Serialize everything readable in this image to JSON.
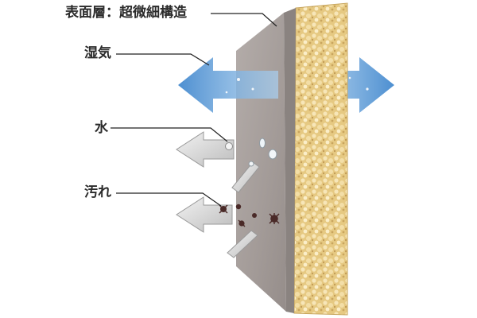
{
  "labels": {
    "surface_layer": "表面層：超微細構造",
    "humidity": "湿気",
    "water": "水",
    "dirt": "汚れ"
  },
  "colors": {
    "panel_face": "#a39b98",
    "panel_edge": "#868080",
    "foam_base": "#e8cf8a",
    "arrow_blue": "#7fb2dd",
    "arrow_gray": "#c8c8c8",
    "dirt_particle": "#4a2a28",
    "leader_line": "#222222"
  },
  "icons": {
    "humidity_arrows": "double-headed-arrow-icon",
    "water_drops": "water-droplet-icon",
    "dirt_particles": "dirt-particle-icon",
    "bounce_arrows": "bounce-back-arrow-icon"
  }
}
